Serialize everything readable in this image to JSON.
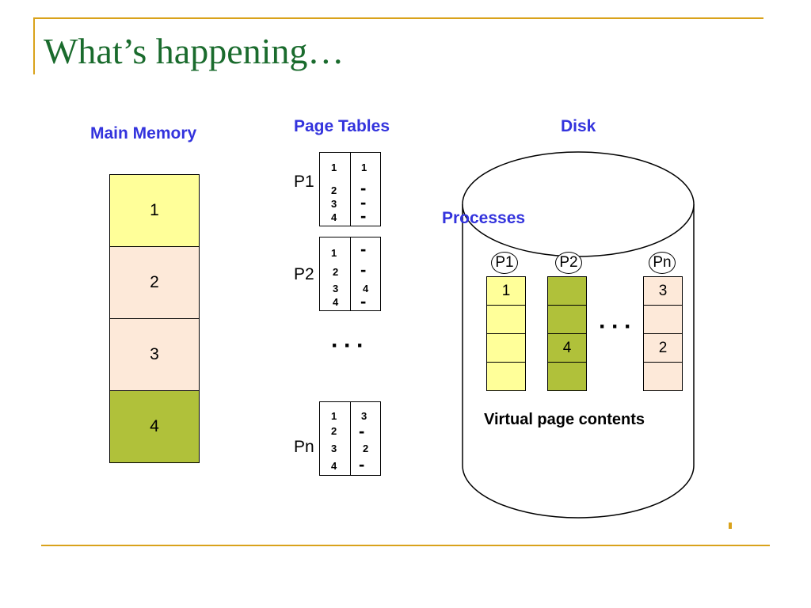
{
  "slide": {
    "title": "What’s happening…"
  },
  "colors": {
    "accent_rule": "#d9a21b",
    "title": "#1a6b2d",
    "section_label": "#3333dd",
    "yellow": "#ffff99",
    "peach": "#fde9d9",
    "olive": "#b0c13a"
  },
  "labels": {
    "main_memory": "Main Memory",
    "page_tables": "Page Tables",
    "disk": "Disk",
    "processes": "Processes",
    "virtual_page_contents": "Virtual page contents",
    "ellipsis": "···"
  },
  "main_memory": {
    "frames": [
      {
        "label": "1",
        "color": "yellow"
      },
      {
        "label": "2",
        "color": "peach"
      },
      {
        "label": "3",
        "color": "peach"
      },
      {
        "label": "4",
        "color": "olive"
      }
    ]
  },
  "page_tables": [
    {
      "process": "P1",
      "rows": [
        {
          "page": "1",
          "frame": "1"
        },
        {
          "page": "2",
          "frame": "-"
        },
        {
          "page": "3",
          "frame": "-"
        },
        {
          "page": "4",
          "frame": "-"
        }
      ]
    },
    {
      "process": "P2",
      "rows": [
        {
          "page": "1",
          "frame": "-"
        },
        {
          "page": "2",
          "frame": "-"
        },
        {
          "page": "3",
          "frame": "4"
        },
        {
          "page": "4",
          "frame": "-"
        }
      ]
    },
    {
      "process": "Pn",
      "rows": [
        {
          "page": "1",
          "frame": "3"
        },
        {
          "page": "2",
          "frame": "-"
        },
        {
          "page": "3",
          "frame": "2"
        },
        {
          "page": "4",
          "frame": "-"
        }
      ]
    }
  ],
  "disk_processes": [
    {
      "name": "P1",
      "color": "yellow",
      "cells": [
        "1",
        "",
        "",
        ""
      ]
    },
    {
      "name": "P2",
      "color": "olive",
      "cells": [
        "",
        "",
        "4",
        ""
      ]
    },
    {
      "name": "Pn",
      "color": "peach",
      "cells": [
        "3",
        "",
        "2",
        ""
      ]
    }
  ]
}
